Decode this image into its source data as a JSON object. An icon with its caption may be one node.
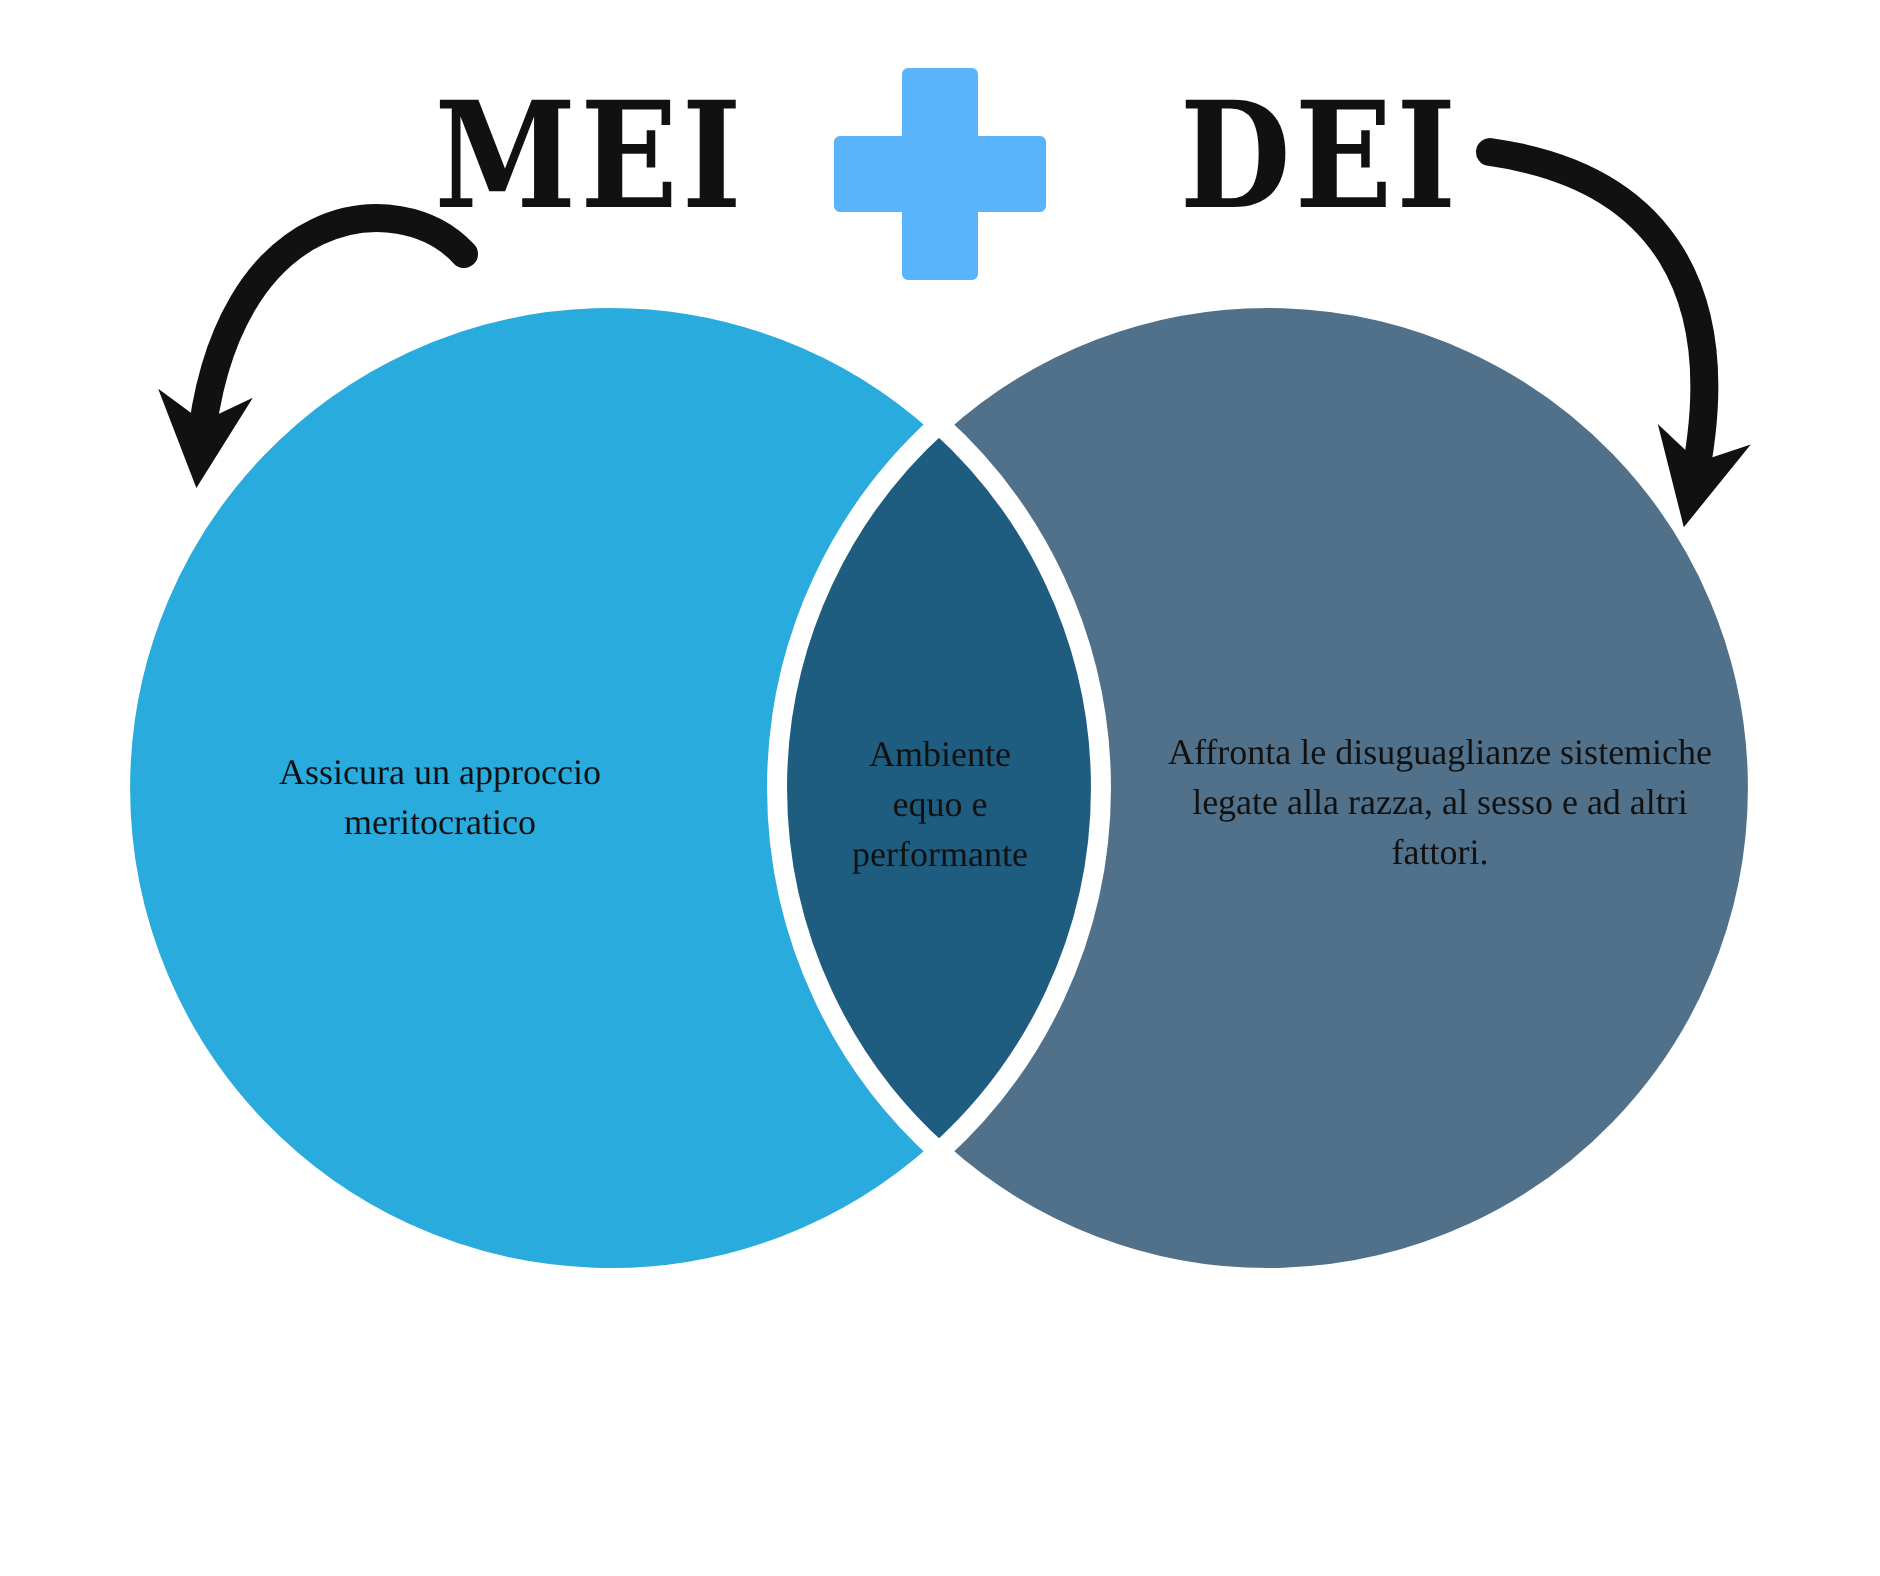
{
  "diagram": {
    "nodes": [
      {
        "text": [
          "MEI"
        ]
      },
      {
        "text": [
          "DEI"
        ]
      },
      {
        "text": [
          "Assicura un approccio meritocratico"
        ]
      },
      {
        "text": [
          "Ambiente equo e performante"
        ]
      },
      {
        "text": [
          "Affronta le disuguaglianze sistemiche legate alla razza, al sesso e ad altri fattori."
        ]
      }
    ],
    "edges": [
      {
        "from": 0,
        "to": 2,
        "arrow": "to"
      },
      {
        "from": 1,
        "to": 4,
        "arrow": "to"
      }
    ]
  }
}
